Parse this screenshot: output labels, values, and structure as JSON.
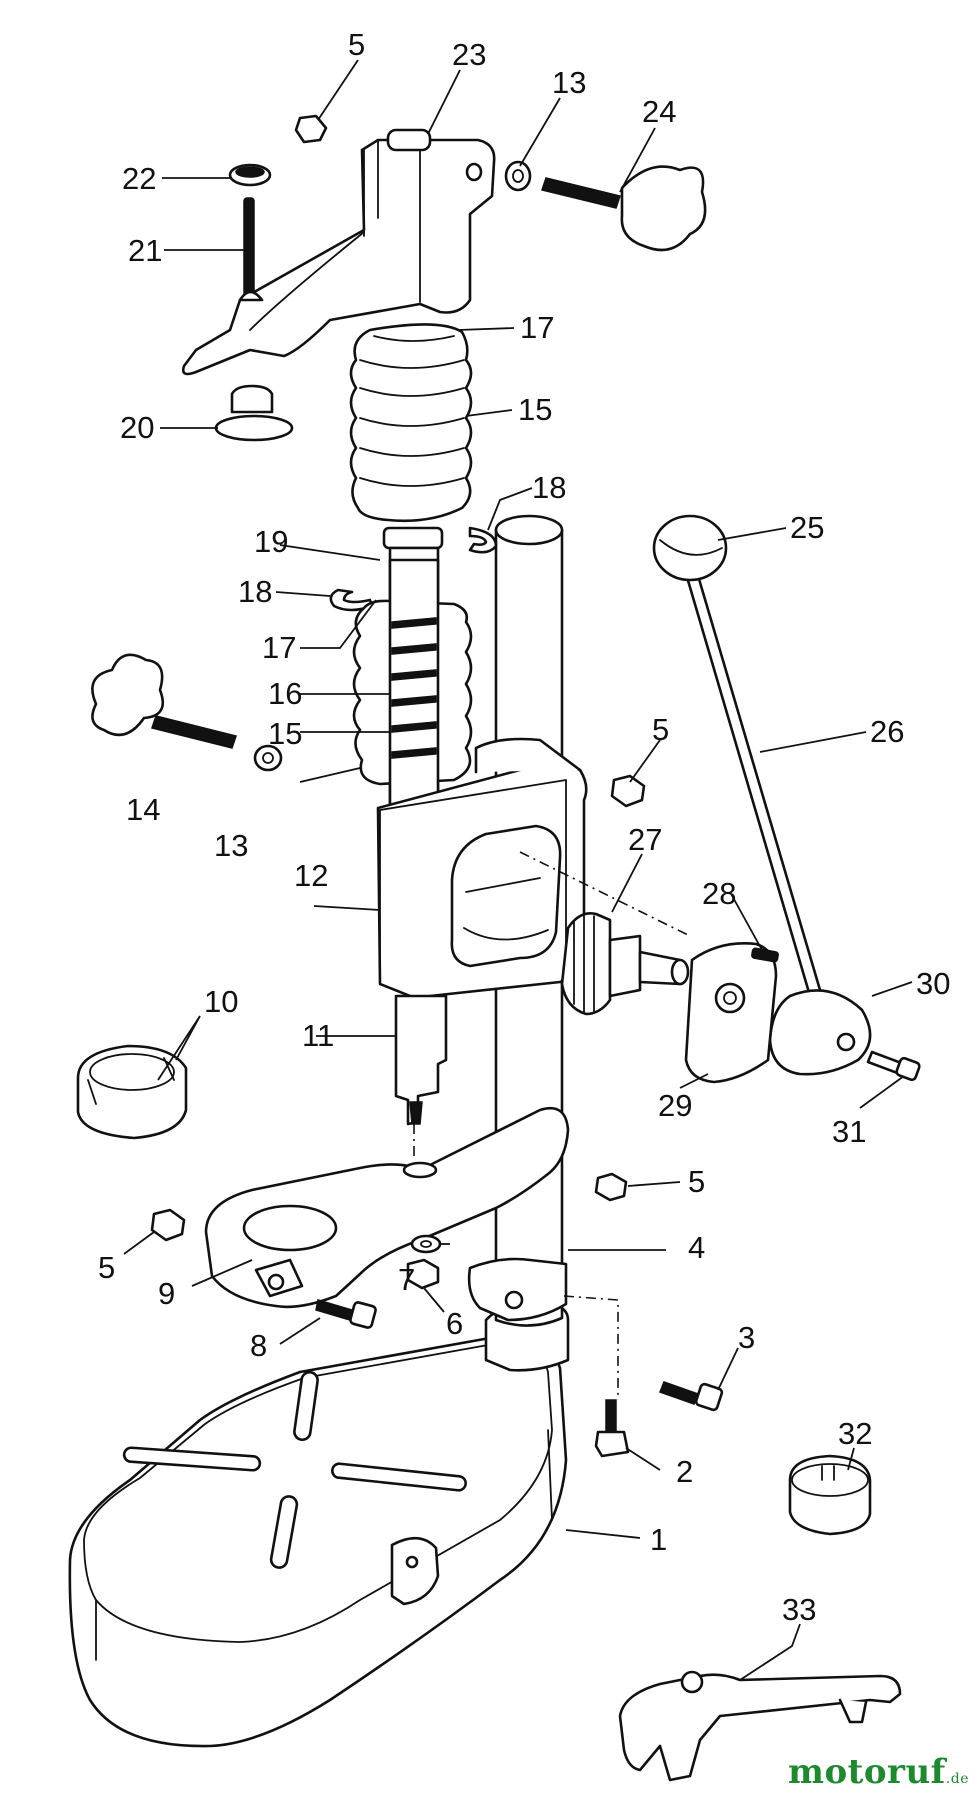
{
  "diagram": {
    "callouts": [
      {
        "id": "c5a",
        "text": "5"
      },
      {
        "id": "c23",
        "text": "23"
      },
      {
        "id": "c13a",
        "text": "13"
      },
      {
        "id": "c24",
        "text": "24"
      },
      {
        "id": "c22",
        "text": "22"
      },
      {
        "id": "c21",
        "text": "21"
      },
      {
        "id": "c17a",
        "text": "17"
      },
      {
        "id": "c20",
        "text": "20"
      },
      {
        "id": "c15a",
        "text": "15"
      },
      {
        "id": "c18a",
        "text": "18"
      },
      {
        "id": "c25",
        "text": "25"
      },
      {
        "id": "c19",
        "text": "19"
      },
      {
        "id": "c18b",
        "text": "18"
      },
      {
        "id": "c17b",
        "text": "17"
      },
      {
        "id": "c16",
        "text": "16"
      },
      {
        "id": "c15b",
        "text": "15"
      },
      {
        "id": "c5b",
        "text": "5"
      },
      {
        "id": "c26",
        "text": "26"
      },
      {
        "id": "c14",
        "text": "14"
      },
      {
        "id": "c13b",
        "text": "13"
      },
      {
        "id": "c27",
        "text": "27"
      },
      {
        "id": "c12",
        "text": "12"
      },
      {
        "id": "c28",
        "text": "28"
      },
      {
        "id": "c30",
        "text": "30"
      },
      {
        "id": "c10",
        "text": "10"
      },
      {
        "id": "c11",
        "text": "11"
      },
      {
        "id": "c29",
        "text": "29"
      },
      {
        "id": "c31",
        "text": "31"
      },
      {
        "id": "c5c",
        "text": "5"
      },
      {
        "id": "c5d",
        "text": "5"
      },
      {
        "id": "c4",
        "text": "4"
      },
      {
        "id": "c7",
        "text": "7"
      },
      {
        "id": "c9",
        "text": "9"
      },
      {
        "id": "c6",
        "text": "6"
      },
      {
        "id": "c8",
        "text": "8"
      },
      {
        "id": "c3",
        "text": "3"
      },
      {
        "id": "c32",
        "text": "32"
      },
      {
        "id": "c2",
        "text": "2"
      },
      {
        "id": "c1",
        "text": "1"
      },
      {
        "id": "c33",
        "text": "33"
      }
    ]
  },
  "watermark": {
    "brand": "motoruf",
    "suffix": ".de",
    "brand_color": "#1d8a2f"
  }
}
